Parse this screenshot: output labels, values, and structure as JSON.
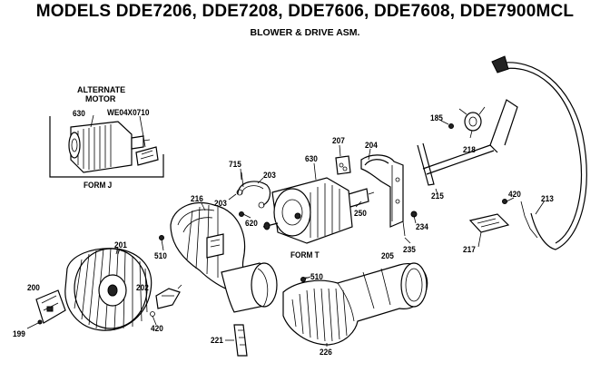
{
  "header": {
    "title": "MODELS DDE7206, DDE7208, DDE7606, DDE7608, DDE7900MCL",
    "subtitle": "BLOWER & DRIVE ASM."
  },
  "inset": {
    "heading_line1": "ALTERNATE",
    "heading_line2": "MOTOR",
    "motor_label": "630",
    "part_label": "WE04X0710",
    "form_label": "FORM J"
  },
  "form_t": "FORM T",
  "callouts": {
    "c185": "185",
    "c218": "218",
    "c207": "207",
    "c204": "204",
    "c715": "715",
    "c203a": "203",
    "c630": "630",
    "c216": "216",
    "c203b": "203",
    "c620a": "620",
    "c250": "250",
    "c234": "234",
    "c215": "215",
    "c420a": "420",
    "c213": "213",
    "c201": "201",
    "c510a": "510",
    "c205": "205",
    "c235": "235",
    "c217": "217",
    "c510b": "510",
    "c200": "200",
    "c202": "202",
    "c199": "199",
    "c420b": "420",
    "c221": "221",
    "c226": "226"
  }
}
